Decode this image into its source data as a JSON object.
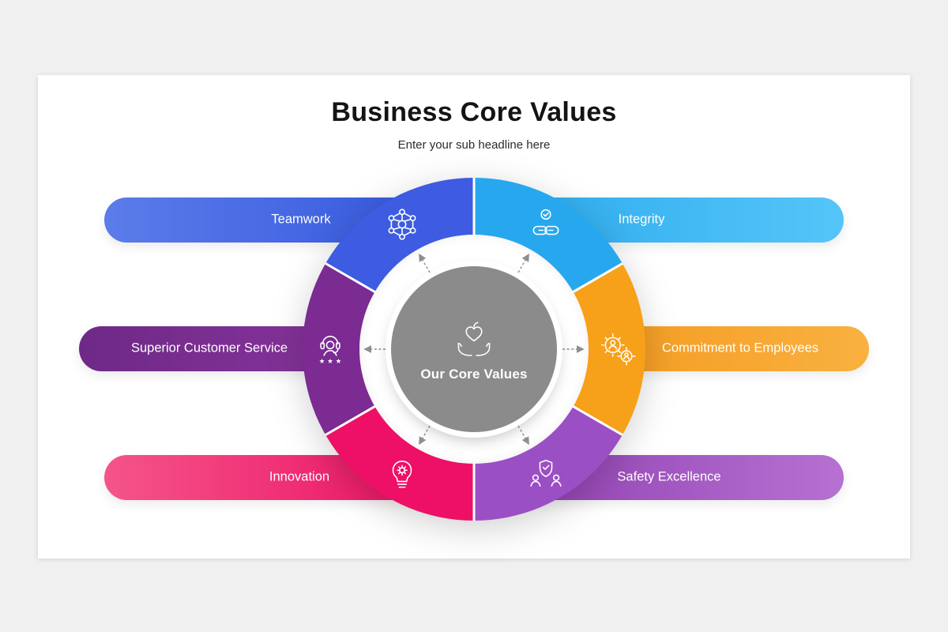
{
  "page": {
    "background": "#f0f0f1"
  },
  "slide": {
    "title": "Business Core Values",
    "subtitle": "Enter your sub headline here",
    "background": "#ffffff"
  },
  "center": {
    "label": "Our Core Values",
    "circle_color": "#8b8b8b",
    "arrow_color": "#8f8f8f",
    "icon": "hands-holding-heart-icon"
  },
  "values": [
    {
      "id": "teamwork",
      "label": "Teamwork",
      "position": "top-left",
      "icon": "network-icon",
      "segment_color": "#3d5ce1",
      "pill_gradient": [
        "#5b7ce9",
        "#3154dd"
      ]
    },
    {
      "id": "integrity",
      "label": "Integrity",
      "position": "top-right",
      "icon": "chain-check-icon",
      "segment_color": "#27a8ee",
      "pill_gradient": [
        "#2aa9ed",
        "#55c5f8"
      ]
    },
    {
      "id": "superior-customer-service",
      "label": "Superior Customer Service",
      "position": "middle-left",
      "icon": "customer-support-icon",
      "segment_color": "#7b2b92",
      "pill_gradient": [
        "#6e2987",
        "#9338a4"
      ]
    },
    {
      "id": "commitment-to-employees",
      "label": "Commitment to Employees",
      "position": "middle-right",
      "icon": "employee-gear-icon",
      "segment_color": "#f7a019",
      "pill_gradient": [
        "#f29214",
        "#f9b140"
      ]
    },
    {
      "id": "innovation",
      "label": "Innovation",
      "position": "bottom-left",
      "icon": "idea-gear-icon",
      "segment_color": "#ee1066",
      "pill_gradient": [
        "#f4548a",
        "#eb0a5f"
      ]
    },
    {
      "id": "safety-excellence",
      "label": "Safety Excellence",
      "position": "bottom-right",
      "icon": "shield-team-icon",
      "segment_color": "#9b4fc4",
      "pill_gradient": [
        "#8c3bad",
        "#b671d2"
      ]
    }
  ]
}
